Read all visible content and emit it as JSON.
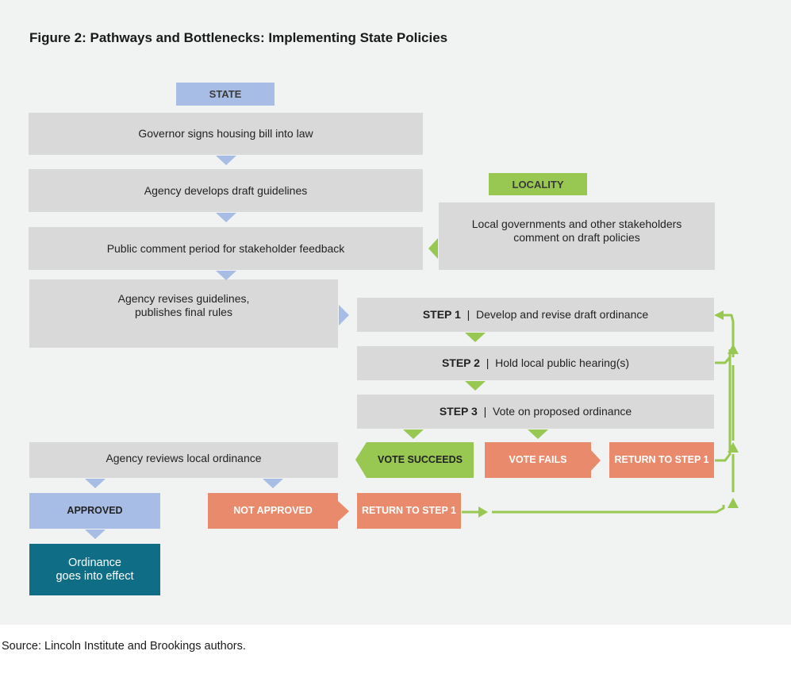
{
  "title": "Figure 2: Pathways and Bottlenecks: Implementing State Policies",
  "source": "Source: Lincoln Institute and Brookings authors.",
  "state_label": "STATE",
  "locality_label": "LOCALITY",
  "state_steps": [
    "Governor signs housing bill into law",
    "Agency develops draft guidelines",
    "Public comment period for stakeholder feedback",
    "Agency revises guidelines,\npublishes final rules"
  ],
  "locality_comment": "Local governments and other stakeholders\ncomment on draft policies",
  "local_steps": [
    {
      "num": "STEP 1",
      "sep": "|",
      "text": "Develop and revise draft ordinance"
    },
    {
      "num": "STEP 2",
      "sep": "|",
      "text": "Hold local public hearing(s)"
    },
    {
      "num": "STEP 3",
      "sep": "|",
      "text": "Vote on proposed ordinance"
    }
  ],
  "vote_succeeds": "VOTE SUCCEEDS",
  "vote_fails": "VOTE FAILS",
  "return_to_step1": "RETURN TO STEP 1",
  "agency_review": "Agency reviews local ordinance",
  "approved": "APPROVED",
  "not_approved": "NOT APPROVED",
  "ordinance_effect": "Ordinance\ngoes into effect",
  "colors": {
    "state_blue": "#a8bde6",
    "locality_green": "#98c852",
    "fail_salmon": "#e88a6b",
    "effect_teal": "#0f6d85",
    "box_gray": "#d9d9d9",
    "arrow_blue": "#a8bde6",
    "arrow_green": "#98c852"
  }
}
